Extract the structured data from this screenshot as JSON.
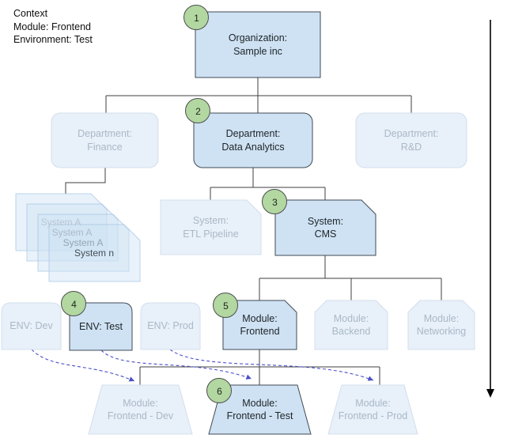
{
  "context": {
    "title": "Context",
    "module_line": "Module: Frontend",
    "environment_line": "Environment: Test"
  },
  "colors": {
    "active_fill": "#cfe2f3",
    "active_stroke": "#3f4a54",
    "inactive_fill": "#e8f0fa",
    "inactive_stroke": "#d3dfec",
    "badge_fill": "#b2d7a1",
    "badge_stroke": "#4d4d4d",
    "connector": "#3f3f3f",
    "dashed_link": "#4a4fc9"
  },
  "nodes": {
    "organization": {
      "badge": "1",
      "line1": "Organization:",
      "line2": "Sample inc"
    },
    "departments": [
      {
        "line1": "Department:",
        "line2": "Finance"
      },
      {
        "badge": "2",
        "line1": "Department:",
        "line2": "Data Analytics"
      },
      {
        "line1": "Department:",
        "line2": "R&D"
      }
    ],
    "system_stack": [
      {
        "label": "System A"
      },
      {
        "label": "System A"
      },
      {
        "label": "System A"
      },
      {
        "label": "System n"
      }
    ],
    "systems": [
      {
        "line1": "System:",
        "line2": "ETL Pipeline"
      },
      {
        "badge": "3",
        "line1": "System:",
        "line2": "CMS"
      }
    ],
    "environments": [
      {
        "label": "ENV: Dev"
      },
      {
        "badge": "4",
        "label": "ENV: Test"
      },
      {
        "label": "ENV: Prod"
      }
    ],
    "modules": [
      {
        "badge": "5",
        "line1": "Module:",
        "line2": "Frontend"
      },
      {
        "line1": "Module:",
        "line2": "Backend"
      },
      {
        "line1": "Module:",
        "line2": "Networking"
      }
    ],
    "instances": [
      {
        "line1": "Module:",
        "line2": "Frontend - Dev"
      },
      {
        "badge": "6",
        "line1": "Module:",
        "line2": "Frontend - Test"
      },
      {
        "line1": "Module:",
        "line2": "Frontend - Prod"
      }
    ]
  }
}
